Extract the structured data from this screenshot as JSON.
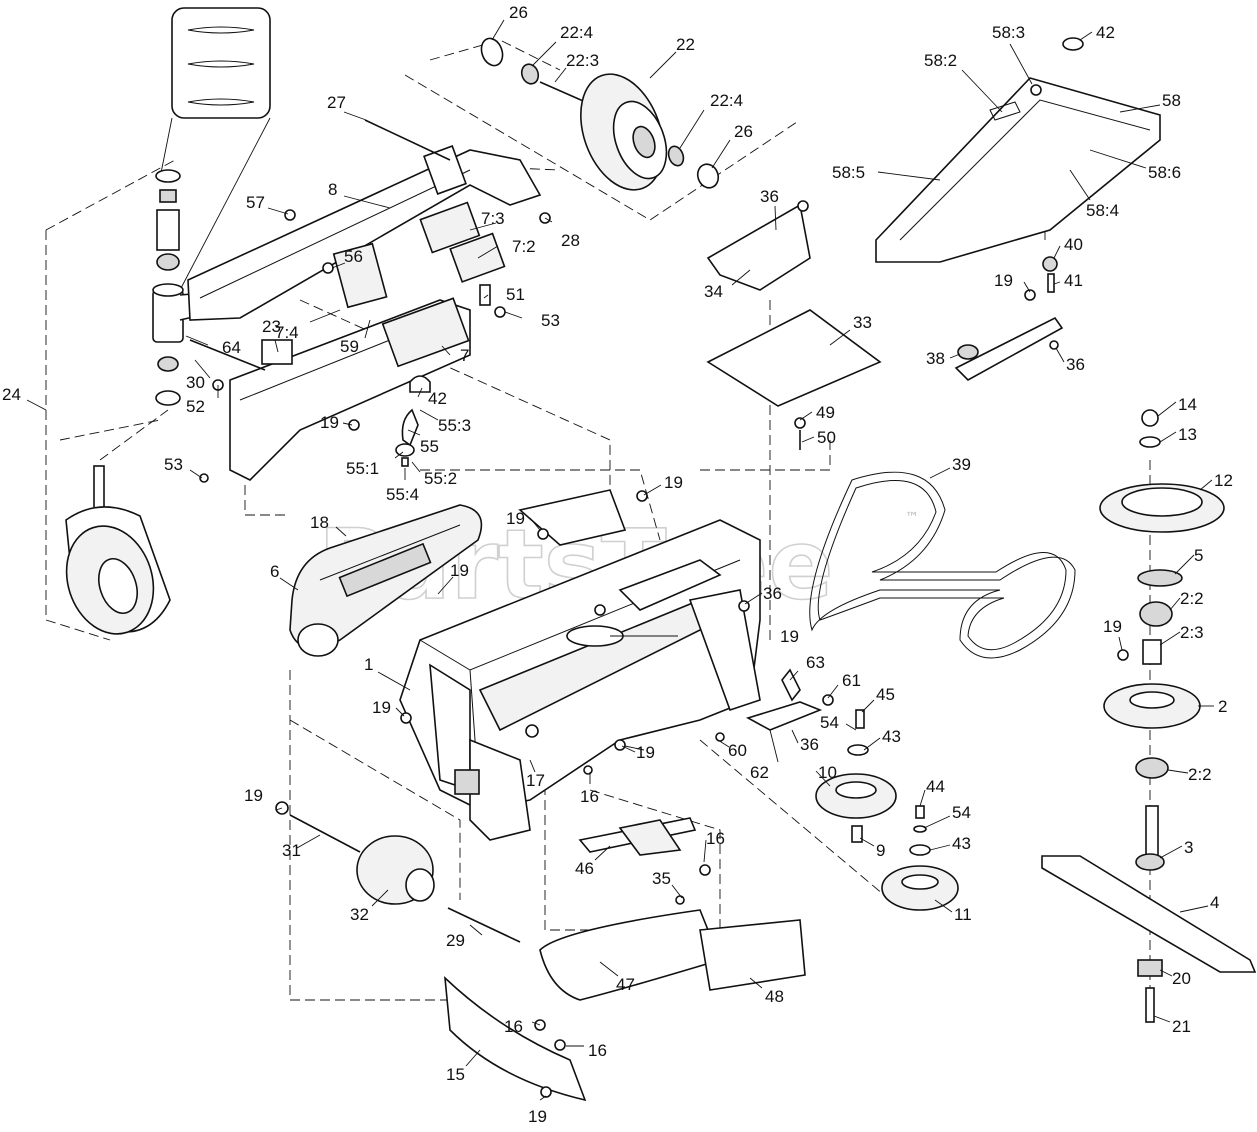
{
  "watermark": {
    "text": "PartsTree",
    "mark": "™"
  },
  "labels": [
    {
      "id": "26a",
      "text": "26"
    },
    {
      "id": "22_4a",
      "text": "22:4"
    },
    {
      "id": "22_3",
      "text": "22:3"
    },
    {
      "id": "22",
      "text": "22"
    },
    {
      "id": "22_4b",
      "text": "22:4"
    },
    {
      "id": "26b",
      "text": "26"
    },
    {
      "id": "27",
      "text": "27"
    },
    {
      "id": "57",
      "text": "57"
    },
    {
      "id": "8",
      "text": "8"
    },
    {
      "id": "28",
      "text": "28"
    },
    {
      "id": "7_3",
      "text": "7:3"
    },
    {
      "id": "7_2",
      "text": "7:2"
    },
    {
      "id": "56",
      "text": "56"
    },
    {
      "id": "51",
      "text": "51"
    },
    {
      "id": "53a",
      "text": "53"
    },
    {
      "id": "7_4",
      "text": "7:4"
    },
    {
      "id": "59",
      "text": "59"
    },
    {
      "id": "23",
      "text": "23"
    },
    {
      "id": "64",
      "text": "64"
    },
    {
      "id": "7",
      "text": "7"
    },
    {
      "id": "30",
      "text": "30"
    },
    {
      "id": "52",
      "text": "52"
    },
    {
      "id": "42a",
      "text": "42"
    },
    {
      "id": "55_3",
      "text": "55:3"
    },
    {
      "id": "24",
      "text": "24"
    },
    {
      "id": "19a",
      "text": "19"
    },
    {
      "id": "55",
      "text": "55"
    },
    {
      "id": "55_1",
      "text": "55:1"
    },
    {
      "id": "55_2",
      "text": "55:2"
    },
    {
      "id": "53b",
      "text": "53"
    },
    {
      "id": "55_4",
      "text": "55:4"
    },
    {
      "id": "18",
      "text": "18"
    },
    {
      "id": "19b",
      "text": "19"
    },
    {
      "id": "19c",
      "text": "19"
    },
    {
      "id": "6",
      "text": "6"
    },
    {
      "id": "19d",
      "text": "19"
    },
    {
      "id": "36a",
      "text": "36"
    },
    {
      "id": "34",
      "text": "34"
    },
    {
      "id": "33",
      "text": "33"
    },
    {
      "id": "49",
      "text": "49"
    },
    {
      "id": "50",
      "text": "50"
    },
    {
      "id": "39",
      "text": "39"
    },
    {
      "id": "36b",
      "text": "36"
    },
    {
      "id": "19e",
      "text": "19"
    },
    {
      "id": "1",
      "text": "1"
    },
    {
      "id": "19f",
      "text": "19"
    },
    {
      "id": "63",
      "text": "63"
    },
    {
      "id": "61",
      "text": "61"
    },
    {
      "id": "45",
      "text": "45"
    },
    {
      "id": "54a",
      "text": "54"
    },
    {
      "id": "36c",
      "text": "36"
    },
    {
      "id": "43a",
      "text": "43"
    },
    {
      "id": "19g",
      "text": "19"
    },
    {
      "id": "60",
      "text": "60"
    },
    {
      "id": "62",
      "text": "62"
    },
    {
      "id": "10",
      "text": "10"
    },
    {
      "id": "17",
      "text": "17"
    },
    {
      "id": "16a",
      "text": "16"
    },
    {
      "id": "19h",
      "text": "19"
    },
    {
      "id": "44",
      "text": "44"
    },
    {
      "id": "54b",
      "text": "54"
    },
    {
      "id": "43b",
      "text": "43"
    },
    {
      "id": "9",
      "text": "9"
    },
    {
      "id": "31",
      "text": "31"
    },
    {
      "id": "46",
      "text": "46"
    },
    {
      "id": "16b",
      "text": "16"
    },
    {
      "id": "32",
      "text": "32"
    },
    {
      "id": "35",
      "text": "35"
    },
    {
      "id": "11",
      "text": "11"
    },
    {
      "id": "29",
      "text": "29"
    },
    {
      "id": "47",
      "text": "47"
    },
    {
      "id": "48",
      "text": "48"
    },
    {
      "id": "16c",
      "text": "16"
    },
    {
      "id": "16d",
      "text": "16"
    },
    {
      "id": "15",
      "text": "15"
    },
    {
      "id": "19i",
      "text": "19"
    },
    {
      "id": "58_3",
      "text": "58:3"
    },
    {
      "id": "42b",
      "text": "42"
    },
    {
      "id": "58_2",
      "text": "58:2"
    },
    {
      "id": "58",
      "text": "58"
    },
    {
      "id": "58_5",
      "text": "58:5"
    },
    {
      "id": "58_6",
      "text": "58:6"
    },
    {
      "id": "58_4",
      "text": "58:4"
    },
    {
      "id": "40",
      "text": "40"
    },
    {
      "id": "19j",
      "text": "19"
    },
    {
      "id": "41",
      "text": "41"
    },
    {
      "id": "38",
      "text": "38"
    },
    {
      "id": "36d",
      "text": "36"
    },
    {
      "id": "14",
      "text": "14"
    },
    {
      "id": "13",
      "text": "13"
    },
    {
      "id": "12",
      "text": "12"
    },
    {
      "id": "5",
      "text": "5"
    },
    {
      "id": "2_2a",
      "text": "2:2"
    },
    {
      "id": "19k",
      "text": "19"
    },
    {
      "id": "2_3",
      "text": "2:3"
    },
    {
      "id": "2",
      "text": "2"
    },
    {
      "id": "2_2b",
      "text": "2:2"
    },
    {
      "id": "3",
      "text": "3"
    },
    {
      "id": "4",
      "text": "4"
    },
    {
      "id": "20",
      "text": "20"
    },
    {
      "id": "21",
      "text": "21"
    }
  ]
}
